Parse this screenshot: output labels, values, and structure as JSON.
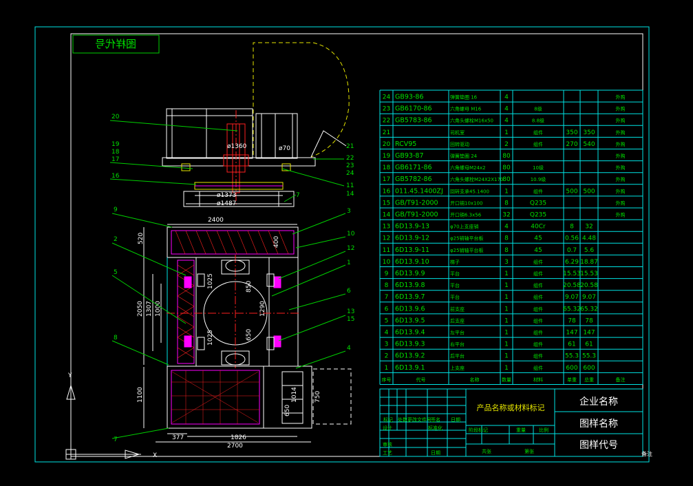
{
  "stamp": "图样代号",
  "title_block": {
    "product_name": "产品名称或材料标记",
    "company": "企业名称",
    "drawing_name": "图样名称",
    "drawing_code": "图样代号",
    "note": "备注"
  },
  "bom_header": [
    "序号",
    "代号",
    "名称",
    "数量",
    "材料",
    "单重",
    "总重",
    "备注"
  ],
  "bom_rows": [
    {
      "no": "24",
      "code": "GB93-86",
      "name": "弹簧垫圈 16",
      "qty": "4",
      "mat": "",
      "w1": "",
      "w2": "",
      "remark": "外购"
    },
    {
      "no": "23",
      "code": "GB6170-86",
      "name": "六角螺母 M16",
      "qty": "4",
      "mat": "8级",
      "w1": "",
      "w2": "",
      "remark": "外购"
    },
    {
      "no": "22",
      "code": "GB5783-86",
      "name": "六角头螺栓M16x50",
      "qty": "4",
      "mat": "8.8级",
      "w1": "",
      "w2": "",
      "remark": "外购"
    },
    {
      "no": "21",
      "code": "",
      "name": "司机室",
      "qty": "1",
      "mat": "组件",
      "w1": "350",
      "w2": "350",
      "remark": "外购"
    },
    {
      "no": "20",
      "code": "RCV95",
      "name": "回转驱动",
      "qty": "2",
      "mat": "组件",
      "w1": "270",
      "w2": "540",
      "remark": "外购"
    },
    {
      "no": "19",
      "code": "GB93-87",
      "name": "弹簧垫圈 24",
      "qty": "80",
      "mat": "",
      "w1": "",
      "w2": "",
      "remark": "外购"
    },
    {
      "no": "18",
      "code": "GB6171-86",
      "name": "六角螺母M24x2",
      "qty": "80",
      "mat": "10级",
      "w1": "",
      "w2": "",
      "remark": "外购"
    },
    {
      "no": "17",
      "code": "GB5782-86",
      "name": "六角头螺栓M24X2X170",
      "qty": "80",
      "mat": "10.9级",
      "w1": "",
      "w2": "",
      "remark": "外购"
    },
    {
      "no": "16",
      "code": "011.45.1400ZJ",
      "name": "回转支承45.1400",
      "qty": "1",
      "mat": "组件",
      "w1": "500",
      "w2": "500",
      "remark": "外购"
    },
    {
      "no": "15",
      "code": "GB/T91-2000",
      "name": "开口销10x100",
      "qty": "8",
      "mat": "Q235",
      "w1": "",
      "w2": "",
      "remark": "外购"
    },
    {
      "no": "14",
      "code": "GB/T91-2000",
      "name": "开口销6.3x56",
      "qty": "32",
      "mat": "Q235",
      "w1": "",
      "w2": "",
      "remark": "外购"
    },
    {
      "no": "13",
      "code": "6D13.9-13",
      "name": "φ70上支座销",
      "qty": "4",
      "mat": "40Cr",
      "w1": "8",
      "w2": "32",
      "remark": ""
    },
    {
      "no": "12",
      "code": "6D13.9-12",
      "name": "φ25销轴平台板",
      "qty": "8",
      "mat": "45",
      "w1": "0.56",
      "w2": "4.48",
      "remark": ""
    },
    {
      "no": "11",
      "code": "6D13.9-11",
      "name": "φ25销轴平台板",
      "qty": "8",
      "mat": "45",
      "w1": "0.7",
      "w2": "5.6",
      "remark": ""
    },
    {
      "no": "10",
      "code": "6D13.9.10",
      "name": "梯子",
      "qty": "3",
      "mat": "组件",
      "w1": "6.29",
      "w2": "18.87",
      "remark": ""
    },
    {
      "no": "9",
      "code": "6D13.9.9",
      "name": "平台",
      "qty": "1",
      "mat": "组件",
      "w1": "15.53",
      "w2": "15.53",
      "remark": ""
    },
    {
      "no": "8",
      "code": "6D13.9.8",
      "name": "平台",
      "qty": "1",
      "mat": "组件",
      "w1": "20.58",
      "w2": "20.58",
      "remark": ""
    },
    {
      "no": "7",
      "code": "6D13.9.7",
      "name": "平台",
      "qty": "1",
      "mat": "组件",
      "w1": "9.07",
      "w2": "9.07",
      "remark": ""
    },
    {
      "no": "6",
      "code": "6D13.9.6",
      "name": "前支座",
      "qty": "1",
      "mat": "组件",
      "w1": "65.32",
      "w2": "65.32",
      "remark": ""
    },
    {
      "no": "5",
      "code": "6D13.9.5",
      "name": "后支座",
      "qty": "1",
      "mat": "组件",
      "w1": "78",
      "w2": "78",
      "remark": ""
    },
    {
      "no": "4",
      "code": "6D13.9.4",
      "name": "左平台",
      "qty": "1",
      "mat": "组件",
      "w1": "147",
      "w2": "147",
      "remark": ""
    },
    {
      "no": "3",
      "code": "6D13.9.3",
      "name": "右平台",
      "qty": "1",
      "mat": "组件",
      "w1": "61",
      "w2": "61",
      "remark": ""
    },
    {
      "no": "2",
      "code": "6D13.9.2",
      "name": "后平台",
      "qty": "1",
      "mat": "组件",
      "w1": "55.3",
      "w2": "55.3",
      "remark": ""
    },
    {
      "no": "1",
      "code": "6D13.9.1",
      "name": "上支座",
      "qty": "1",
      "mat": "组件",
      "w1": "600",
      "w2": "600",
      "remark": ""
    }
  ],
  "callouts_left": [
    "20",
    "19",
    "18",
    "17",
    "16",
    "9",
    "2",
    "5",
    "8",
    "7"
  ],
  "callouts_right": [
    "21",
    "22",
    "23",
    "24",
    "11",
    "14",
    "7",
    "3",
    "10",
    "12",
    "1",
    "6",
    "13",
    "15",
    "4"
  ],
  "dimensions": {
    "d1360": "ø1360",
    "d70": "ø70",
    "d1373": "ø1373",
    "d1487": "ø1487",
    "w2400": "2400",
    "h520": "520",
    "h2050": "2050",
    "h1307": "1307",
    "h1000": "1000",
    "h1025a": "1025",
    "h1025b": "1025",
    "h1100": "1100",
    "v850": "850",
    "v1290": "1290",
    "v650": "650",
    "v400": "400",
    "v1014": "1014",
    "v750": "750",
    "v650b": "650",
    "w377": "377",
    "w1826": "1826",
    "w2700": "2700"
  },
  "tb_labels": {
    "l1": "标记",
    "l2": "处数",
    "l3": "更改文件号",
    "l4": "签名",
    "l5": "日期",
    "l6": "设计",
    "l7": "标准化",
    "l8": "审核",
    "l9": "工艺",
    "l10": "日期",
    "l11": "阶段标记",
    "l12": "重量",
    "l13": "比例",
    "l14": "共张",
    "l15": "第张"
  },
  "axis": {
    "y": "Y",
    "x": "X"
  }
}
